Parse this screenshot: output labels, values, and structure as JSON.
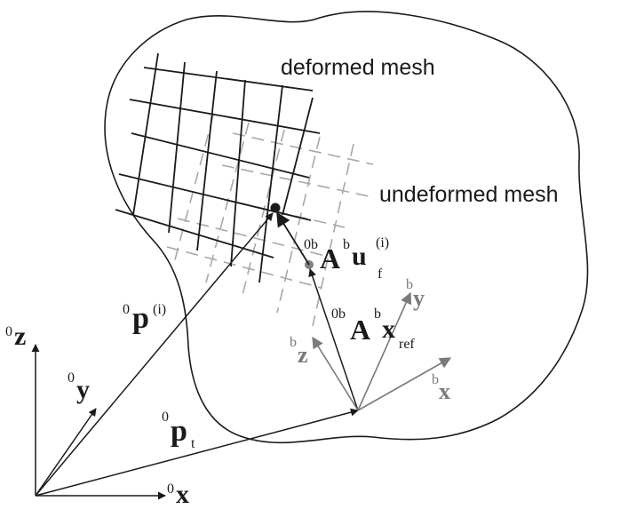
{
  "labels": {
    "deformed": "deformed mesh",
    "undeformed": "undeformed mesh"
  },
  "symbols": {
    "z0": {
      "pre": "0",
      "main": "z",
      "sup": "",
      "sub": ""
    },
    "y0": {
      "pre": "0",
      "main": "y",
      "sup": "",
      "sub": ""
    },
    "x0": {
      "pre": "0",
      "main": "x",
      "sup": "",
      "sub": ""
    },
    "p_i": {
      "pre": "0",
      "main": "p",
      "sup": "(i)",
      "sub": ""
    },
    "p_t": {
      "pre": "0",
      "main": "p",
      "sup": "",
      "sub": "t"
    },
    "A_u": {
      "pre": "0b",
      "main": "A",
      "pre2": "b",
      "main2": "u",
      "sup": "(i)",
      "sub": "f"
    },
    "A_x": {
      "pre": "0b",
      "main": "A",
      "pre2": "b",
      "main2": "x",
      "sup": "",
      "sub": "ref"
    },
    "bx": {
      "pre": "b",
      "main": "x"
    },
    "by": {
      "pre": "b",
      "main": "y"
    },
    "bz": {
      "pre": "b",
      "main": "z"
    }
  },
  "colors": {
    "black": "#1a1a1a",
    "gray": "#7a7a7a",
    "dash": "#a8a8a8"
  }
}
